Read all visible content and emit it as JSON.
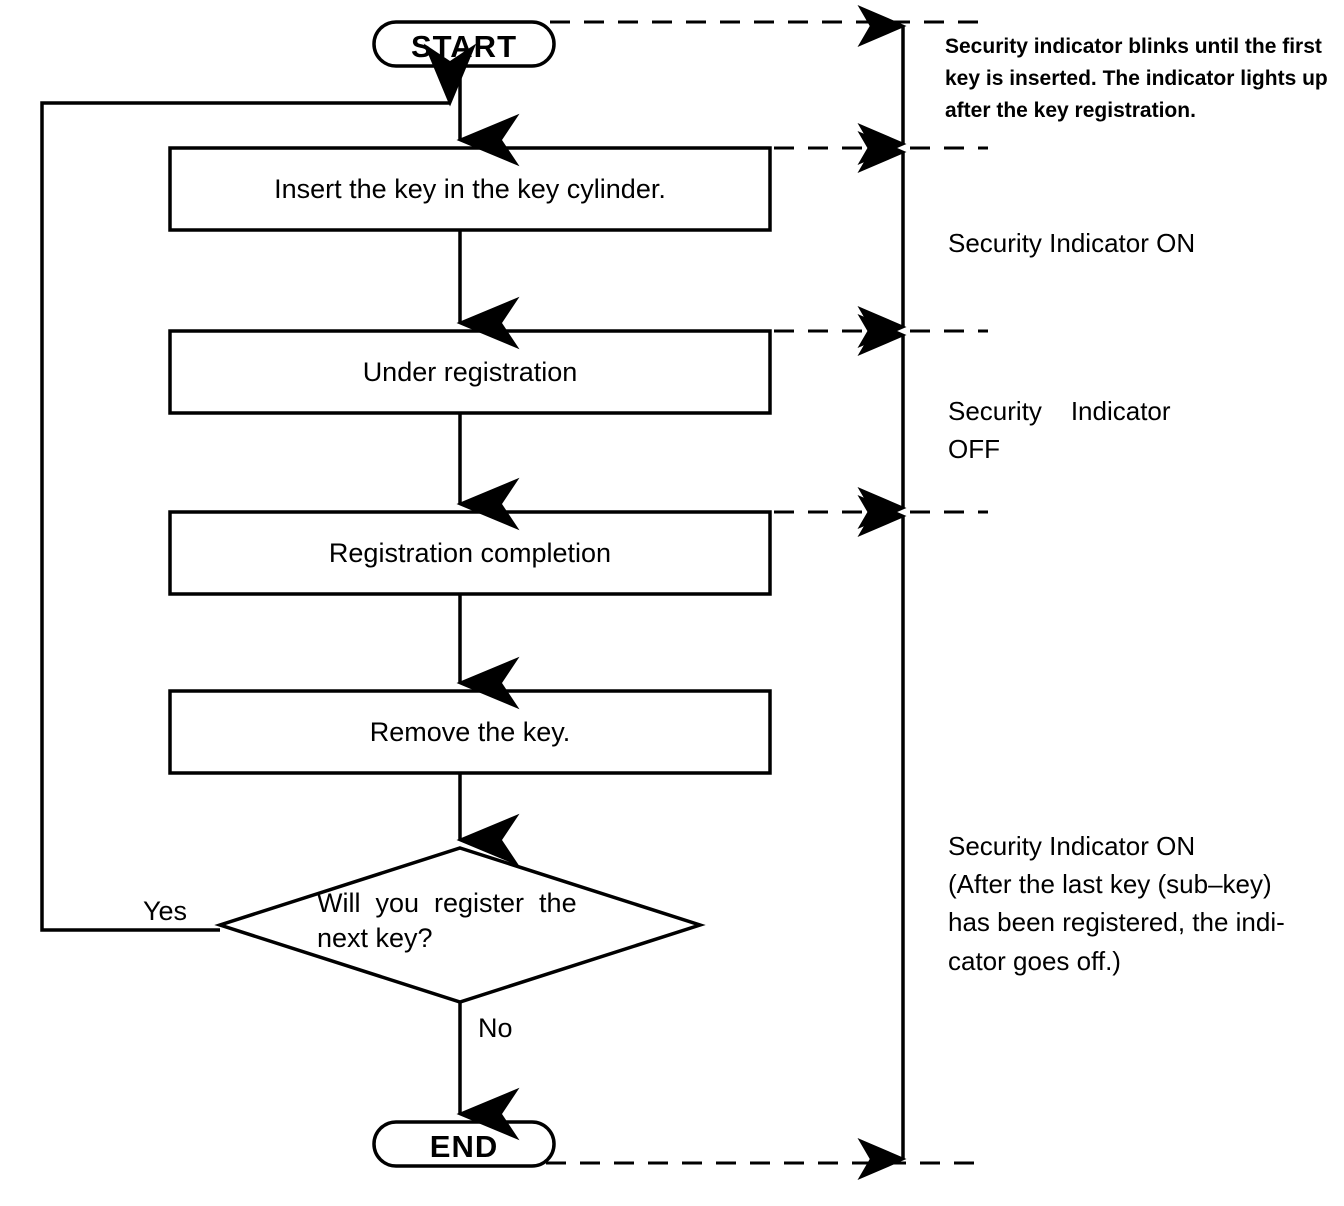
{
  "diagram": {
    "title": "Key registration procedure flowchart",
    "colors": {
      "stroke": "#000000",
      "fill": "#ffffff",
      "background": "#ffffff"
    },
    "nodes": {
      "start": {
        "type": "terminator",
        "label": "START"
      },
      "insert_key": {
        "type": "process",
        "label": "Insert the key in the key cylinder."
      },
      "under_registration": {
        "type": "process",
        "label": "Under registration"
      },
      "registration_completion": {
        "type": "process",
        "label": "Registration completion"
      },
      "remove_key": {
        "type": "process",
        "label": "Remove the key."
      },
      "decision": {
        "type": "decision",
        "label_line1": "Will  you  register  the",
        "label_line2": "next key?"
      },
      "end": {
        "type": "terminator",
        "label": "END"
      }
    },
    "edge_labels": {
      "yes": "Yes",
      "no": "No"
    },
    "annotations": {
      "blink_note": "Security indicator blinks until the first\nkey is inserted. The indicator lights up\nafter the key registration.",
      "indicator_on_1": "Security Indicator ON",
      "indicator_off": "Security    Indicator\nOFF",
      "indicator_on_2": "Security Indicator ON\n(After the last key (sub–key)\nhas been registered, the indi-\ncator goes off.)"
    }
  }
}
